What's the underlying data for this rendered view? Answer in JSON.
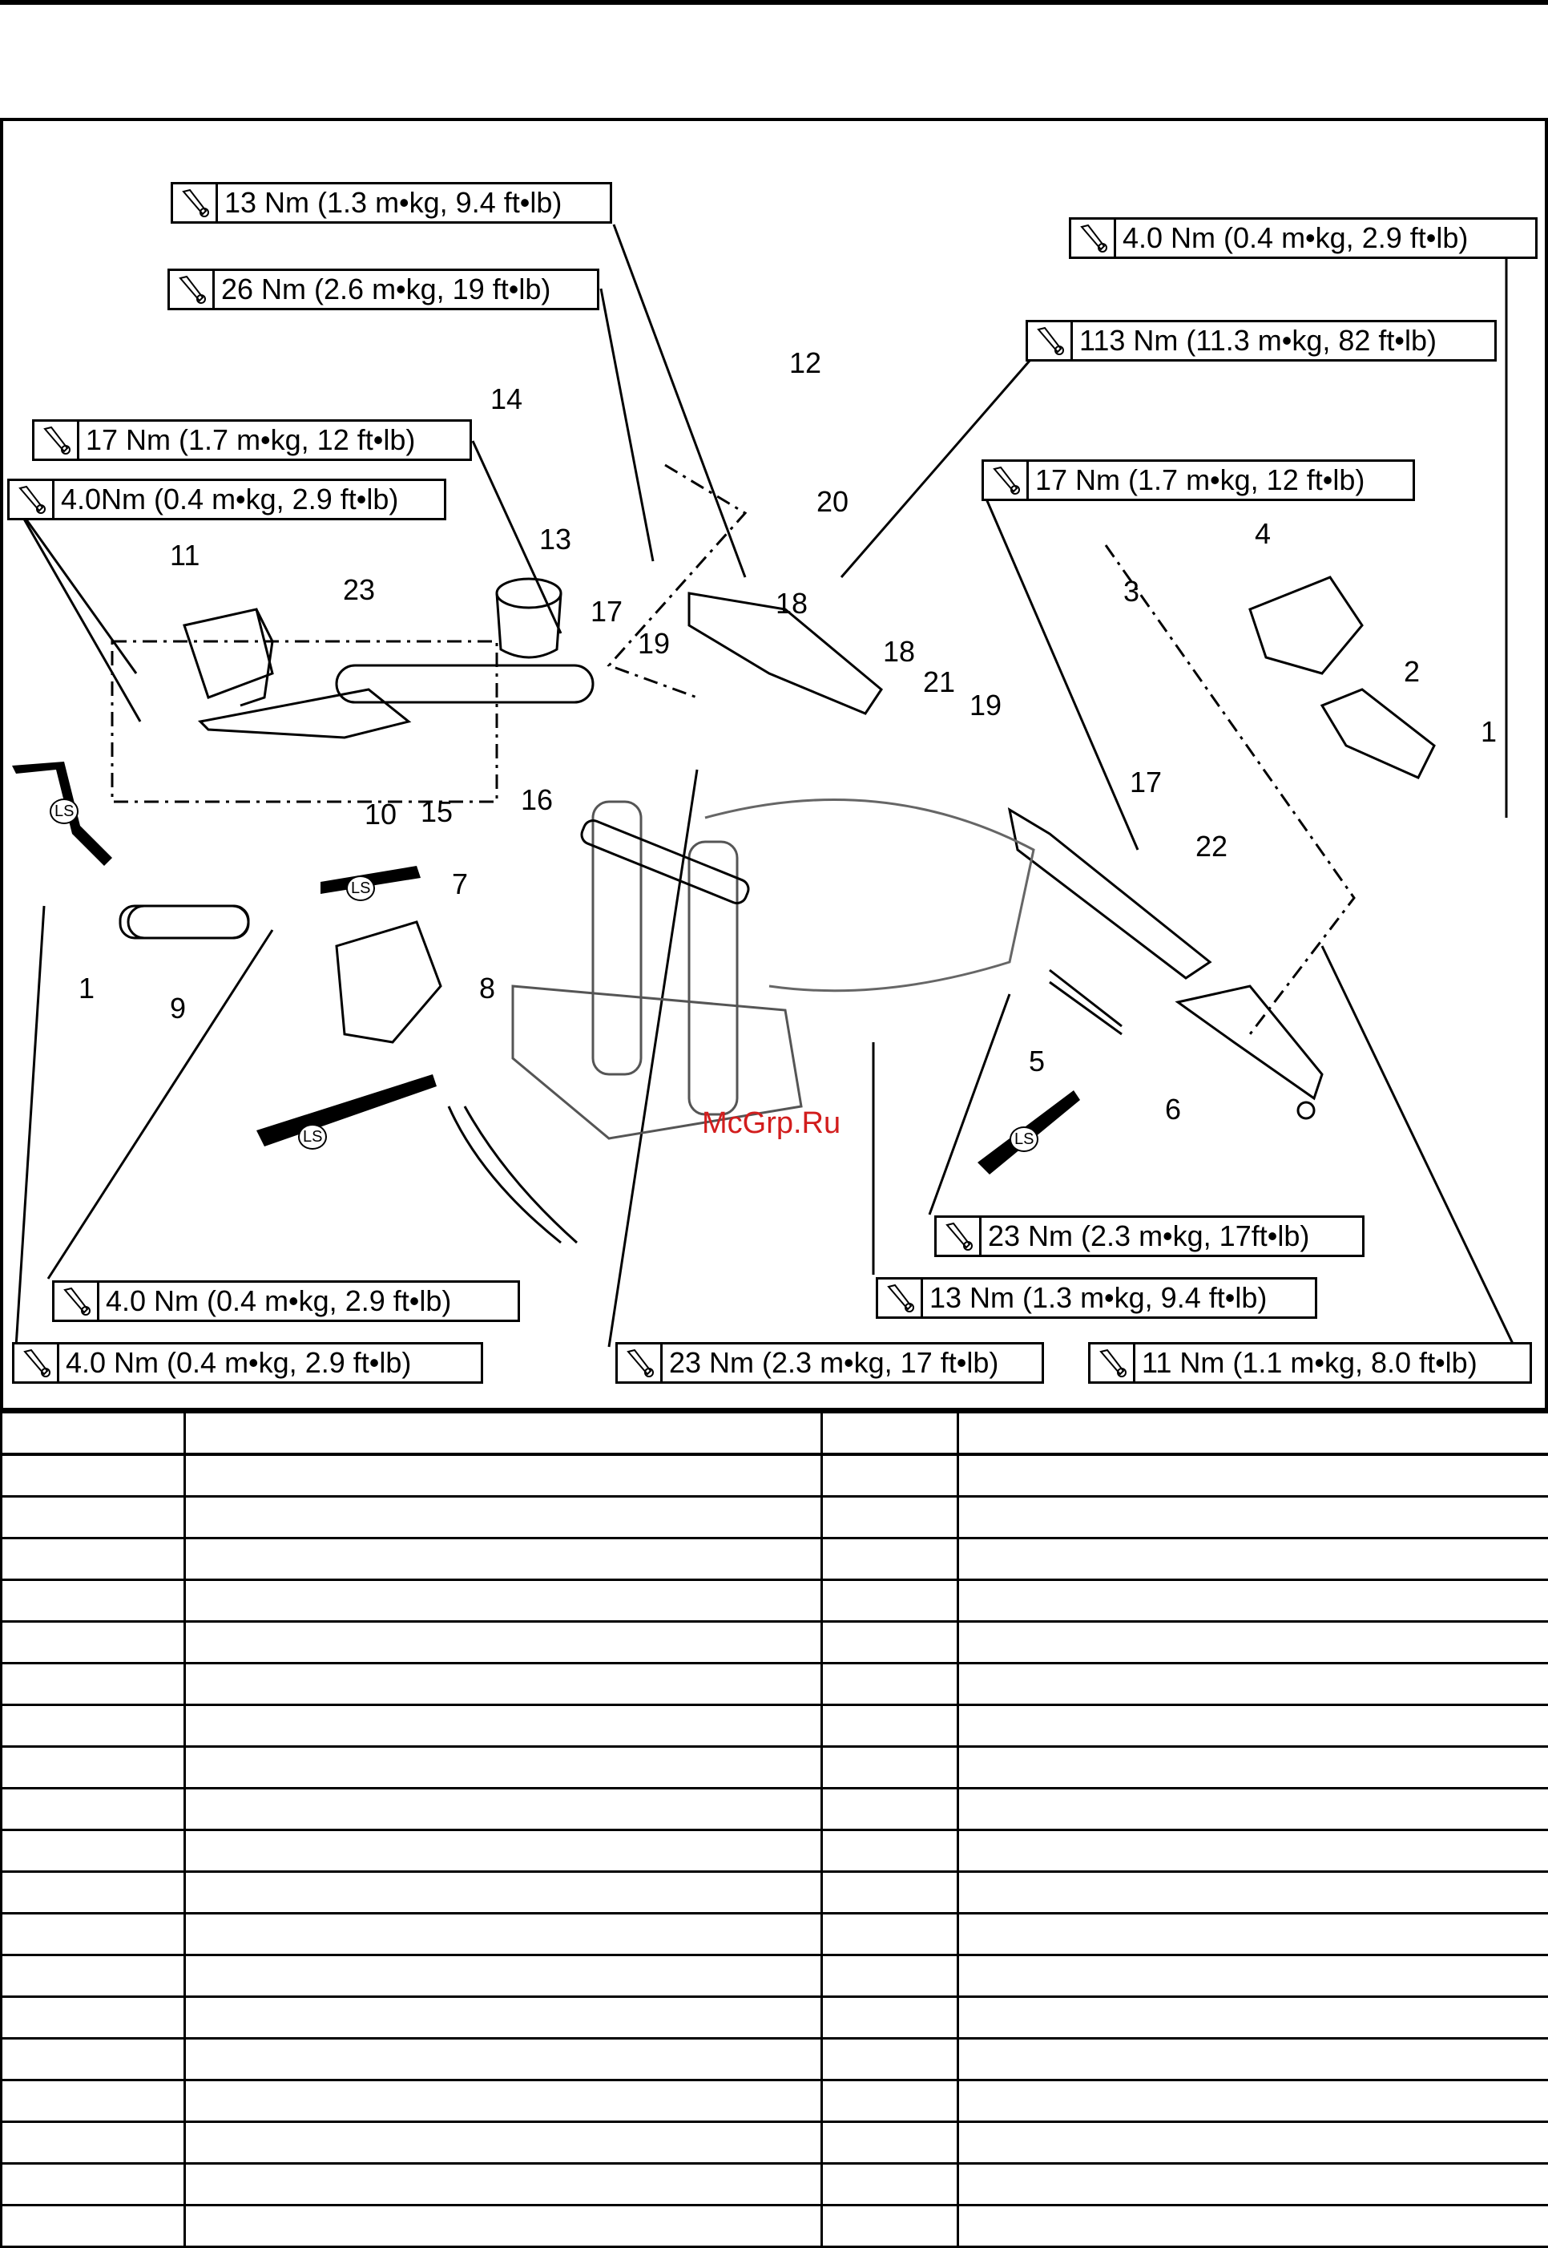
{
  "torque_specs": [
    {
      "id": "t1",
      "label": "13 Nm (1.3 m•kg, 9.4 ft•lb)"
    },
    {
      "id": "t2",
      "label": "26 Nm (2.6 m•kg, 19 ft•lb)"
    },
    {
      "id": "t3",
      "label": "17 Nm (1.7 m•kg, 12 ft•lb)"
    },
    {
      "id": "t4",
      "label": "4.0Nm (0.4 m•kg, 2.9 ft•lb)"
    },
    {
      "id": "t5",
      "label": "4.0 Nm (0.4 m•kg, 2.9 ft•lb)"
    },
    {
      "id": "t6",
      "label": "113 Nm (11.3 m•kg, 82 ft•lb)"
    },
    {
      "id": "t7",
      "label": "17 Nm (1.7 m•kg, 12 ft•lb)"
    },
    {
      "id": "t8",
      "label": "23 Nm (2.3 m•kg, 17ft•lb)"
    },
    {
      "id": "t9",
      "label": "13 Nm (1.3 m•kg, 9.4 ft•lb)"
    },
    {
      "id": "t10",
      "label": "4.0 Nm (0.4 m•kg, 2.9 ft•lb)"
    },
    {
      "id": "t11",
      "label": "4.0 Nm (0.4 m•kg, 2.9 ft•lb)"
    },
    {
      "id": "t12",
      "label": "23 Nm (2.3 m•kg, 17 ft•lb)"
    },
    {
      "id": "t13",
      "label": "11 Nm (1.1 m•kg, 8.0 ft•lb)"
    }
  ],
  "callouts": [
    "1",
    "1",
    "2",
    "3",
    "4",
    "5",
    "6",
    "7",
    "8",
    "9",
    "10",
    "11",
    "12",
    "13",
    "14",
    "15",
    "16",
    "17",
    "17",
    "18",
    "18",
    "19",
    "19",
    "20",
    "21",
    "22",
    "23"
  ],
  "lubricant_marks": [
    "LS",
    "LS",
    "LS",
    "LS"
  ],
  "watermark": "McGrp.Ru",
  "parts_table": {
    "rows": 20,
    "columns": 4
  }
}
